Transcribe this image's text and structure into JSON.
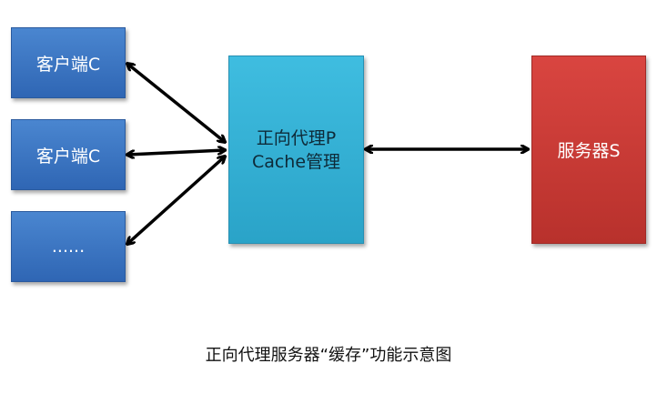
{
  "clients": [
    {
      "label": "客户端C"
    },
    {
      "label": "客户端C"
    },
    {
      "label": "......"
    }
  ],
  "proxy": {
    "line1": "正向代理P",
    "line2": "Cache管理"
  },
  "server": {
    "label": "服务器S"
  },
  "caption": "正向代理服务器“缓存”功能示意图"
}
